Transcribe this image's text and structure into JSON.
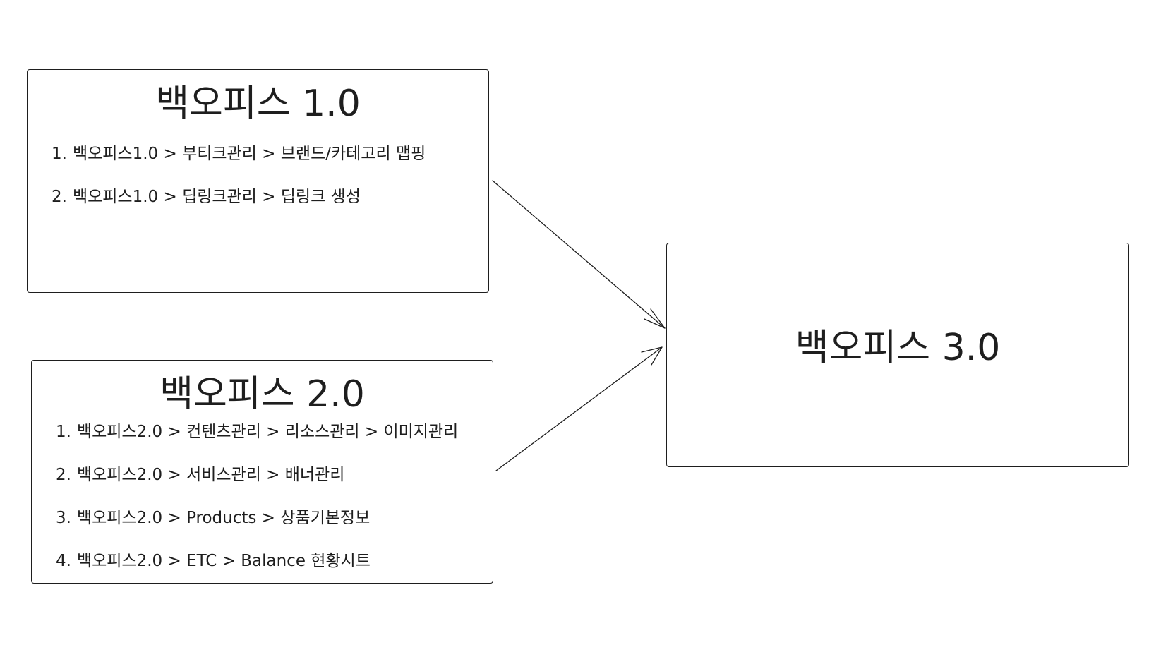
{
  "boxes": {
    "v1": {
      "title": "백오피스 1.0",
      "items": [
        "백오피스1.0 > 부티크관리 > 브랜드/카테고리 맵핑",
        "백오피스1.0 > 딥링크관리 > 딥링크 생성"
      ]
    },
    "v2": {
      "title": "백오피스 2.0",
      "items": [
        "백오피스2.0 > 컨텐츠관리 > 리소스관리 > 이미지관리",
        "백오피스2.0 > 서비스관리 > 배너관리",
        "백오피스2.0 > Products > 상품기본정보",
        "백오피스2.0 > ETC > Balance 현황시트"
      ]
    },
    "v3": {
      "title": "백오피스 3.0"
    }
  },
  "numbers": [
    "1.",
    "2.",
    "3.",
    "4."
  ],
  "connections": [
    {
      "from": "백오피스 1.0",
      "to": "백오피스 3.0"
    },
    {
      "from": "백오피스 2.0",
      "to": "백오피스 3.0"
    }
  ],
  "colors": {
    "stroke": "#1e1e1e",
    "background": "#ffffff"
  }
}
